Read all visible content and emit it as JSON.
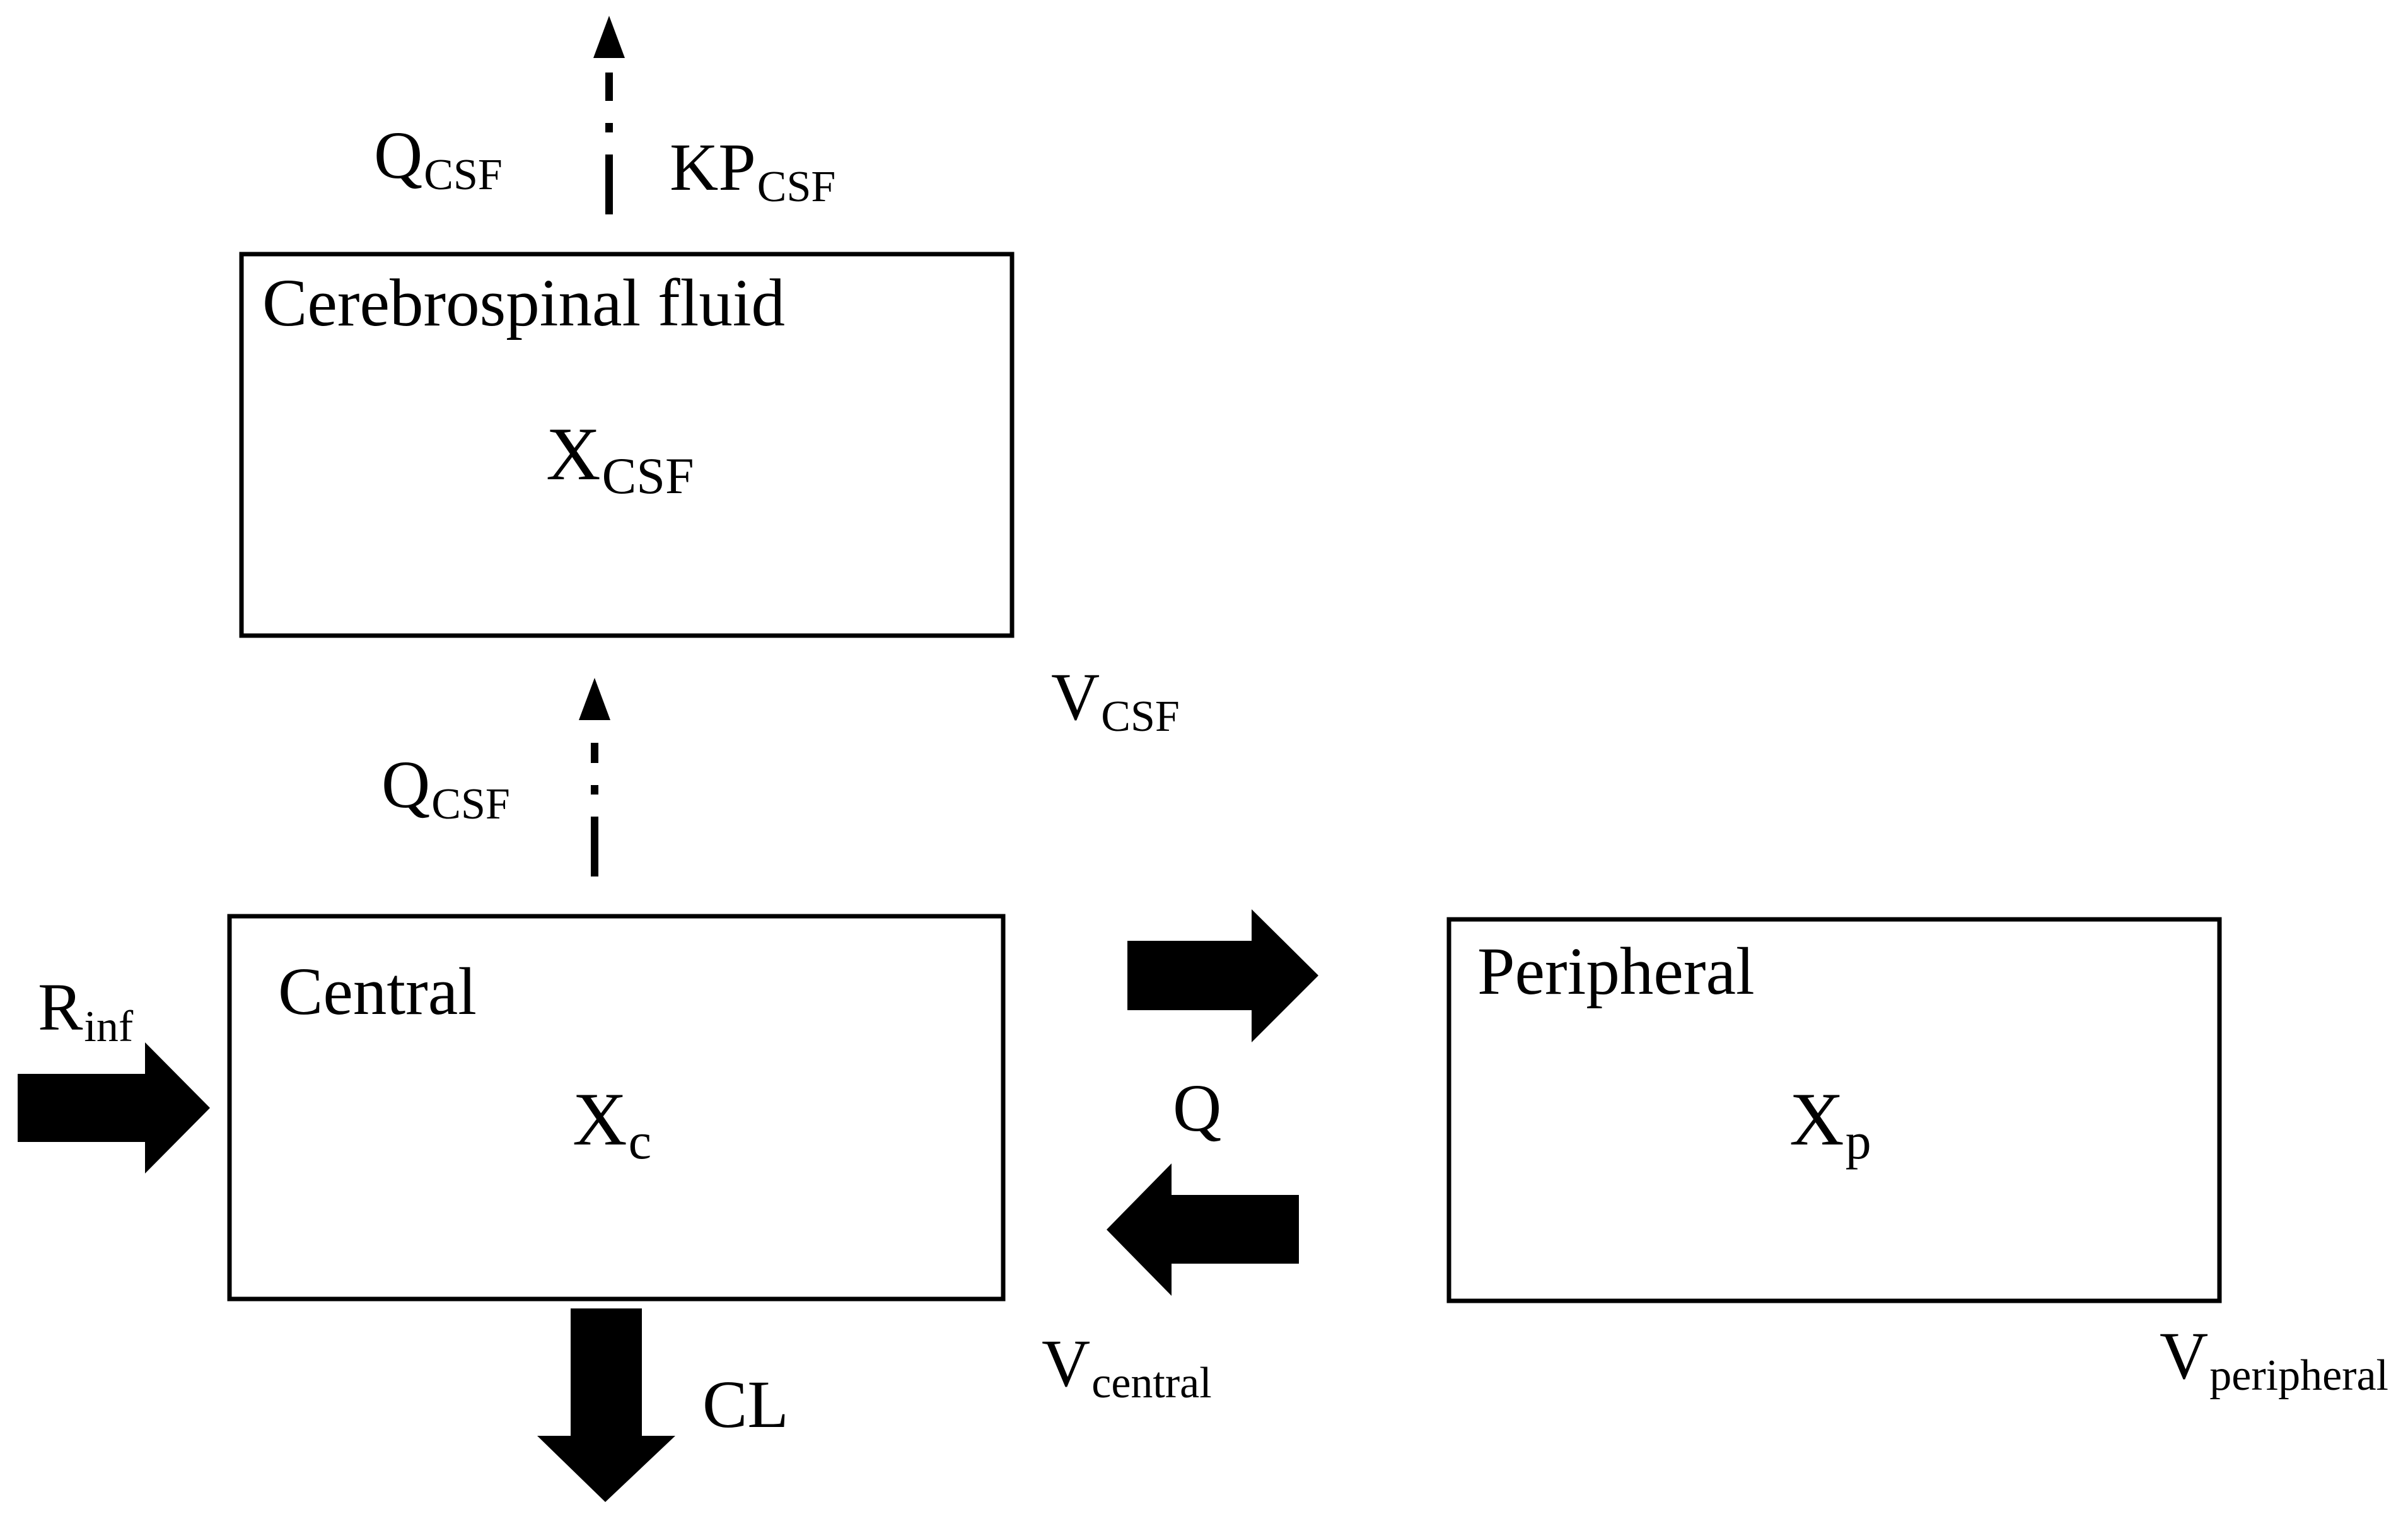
{
  "compartments": {
    "csf": {
      "title": "Cerebrospinal fluid",
      "amount": {
        "main": "X",
        "sub": "CSF"
      },
      "volume": {
        "main": "V",
        "sub": "CSF"
      }
    },
    "central": {
      "title": "Central",
      "amount": {
        "main": "X",
        "sub": "c"
      },
      "volume": {
        "main": "V",
        "sub": "central"
      }
    },
    "peripheral": {
      "title": "Peripheral",
      "amount": {
        "main": "X",
        "sub": "p"
      },
      "volume": {
        "main": "V",
        "sub": "peripheral"
      }
    }
  },
  "flows": {
    "csf_out_flow": {
      "main": "Q",
      "sub": "CSF"
    },
    "csf_partition": {
      "main": "KP",
      "sub": "CSF"
    },
    "central_to_csf_flow": {
      "main": "Q",
      "sub": "CSF"
    },
    "infusion": {
      "main": "R",
      "sub": "inf"
    },
    "intercompartmental": {
      "main": "Q"
    },
    "clearance": {
      "main": "CL"
    }
  },
  "colors": {
    "line": "#000000",
    "background": "#ffffff"
  }
}
